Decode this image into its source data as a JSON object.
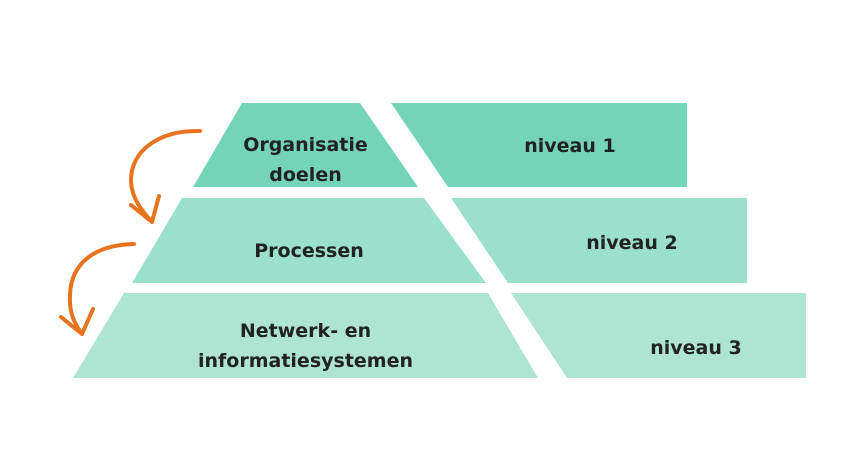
{
  "colors": {
    "tier1": "#74d4b8",
    "tier2": "#9ae0cb",
    "tier3": "#ade5d2",
    "arrow": "#e8731f",
    "text": "#222222"
  },
  "pyramid": {
    "tier1": {
      "line1": "Organisatie",
      "line2": "doelen"
    },
    "tier2": {
      "line1": "Processen"
    },
    "tier3": {
      "line1": "Netwerk- en",
      "line2": "informatiesystemen"
    }
  },
  "levels": {
    "level1": "niveau 1",
    "level2": "niveau 2",
    "level3": "niveau 3"
  },
  "arrows": [
    {
      "icon": "curved-down-arrow-icon",
      "from": "tier1",
      "to": "tier2"
    },
    {
      "icon": "curved-down-arrow-icon",
      "from": "tier2",
      "to": "tier3"
    }
  ]
}
